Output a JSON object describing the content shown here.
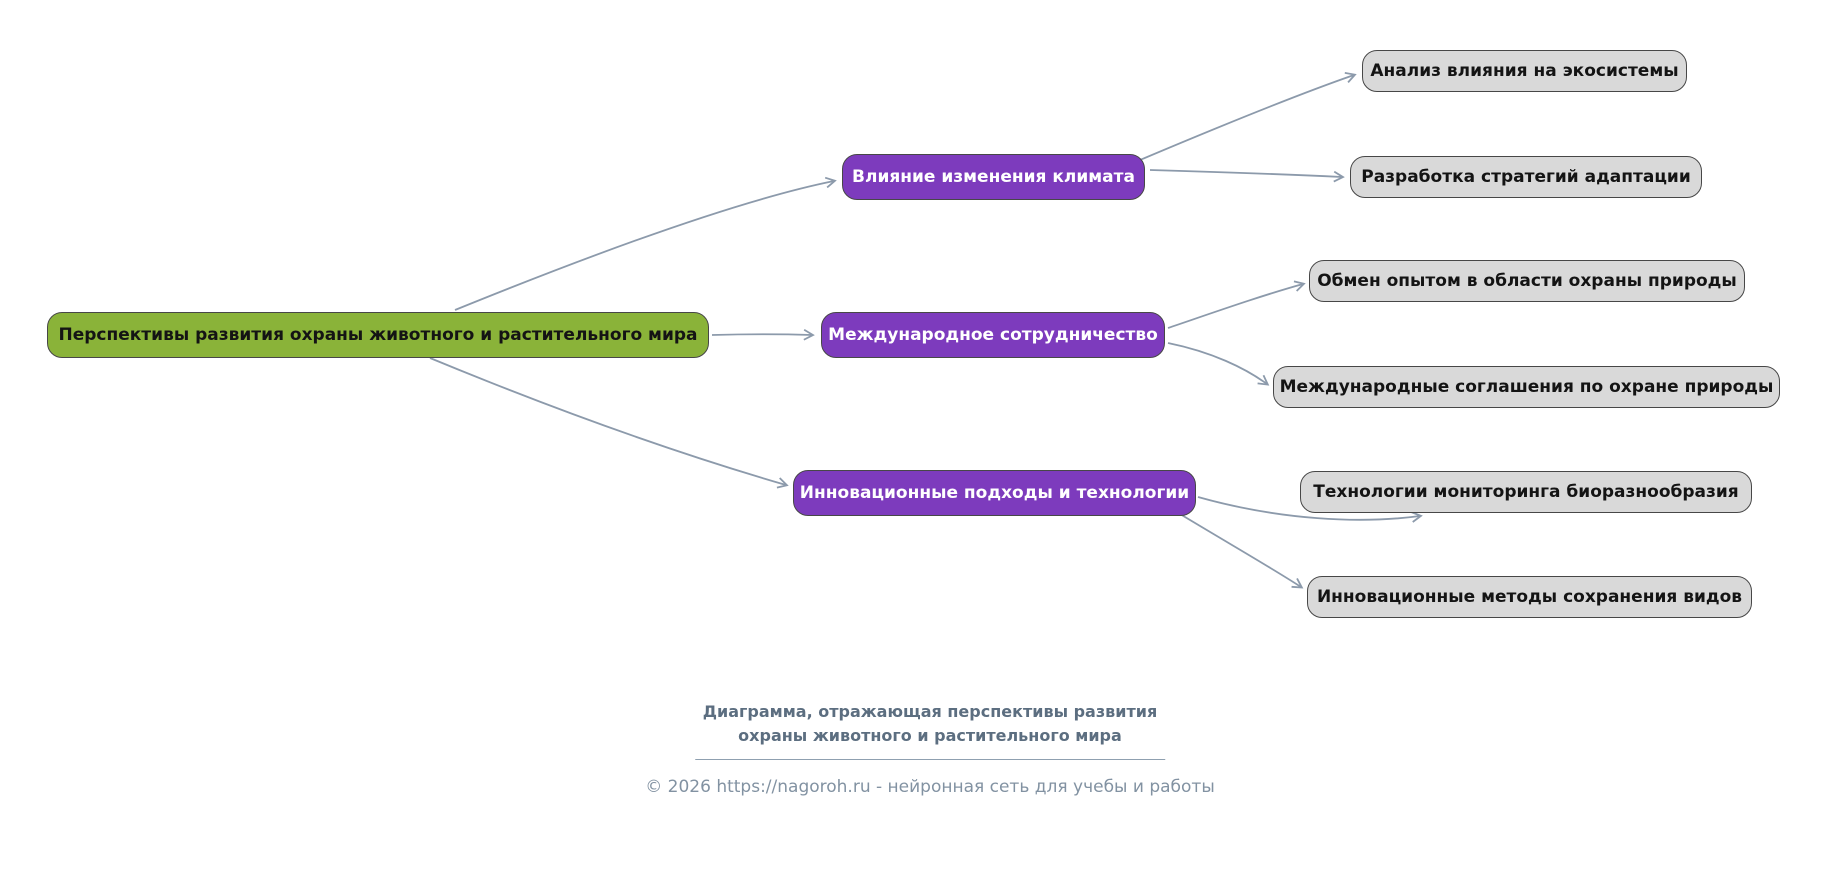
{
  "diagram": {
    "root": {
      "label": "Перспективы развития охраны животного и растительного мира"
    },
    "branches": [
      {
        "label": "Влияние изменения климата",
        "children": [
          {
            "label": "Анализ влияния на экосистемы"
          },
          {
            "label": "Разработка стратегий адаптации"
          }
        ]
      },
      {
        "label": "Международное сотрудничество",
        "children": [
          {
            "label": "Обмен опытом в области охраны природы"
          },
          {
            "label": "Международные соглашения по охране природы"
          }
        ]
      },
      {
        "label": "Инновационные подходы и технологии",
        "children": [
          {
            "label": "Технологии мониторинга биоразнообразия"
          },
          {
            "label": "Инновационные методы сохранения видов"
          }
        ]
      }
    ],
    "colors": {
      "root_bg": "#8ab339",
      "branch_bg": "#7d3bbd",
      "leaf_bg": "#d9d9d9",
      "node_border": "#474747",
      "edge": "#8c9aab"
    }
  },
  "footer": {
    "caption_line1": "Диаграмма, отражающая перспективы развития",
    "caption_line2": "охраны животного и растительного мира",
    "copyright": "© 2026 https://nagoroh.ru - нейронная сеть для учебы и работы"
  }
}
